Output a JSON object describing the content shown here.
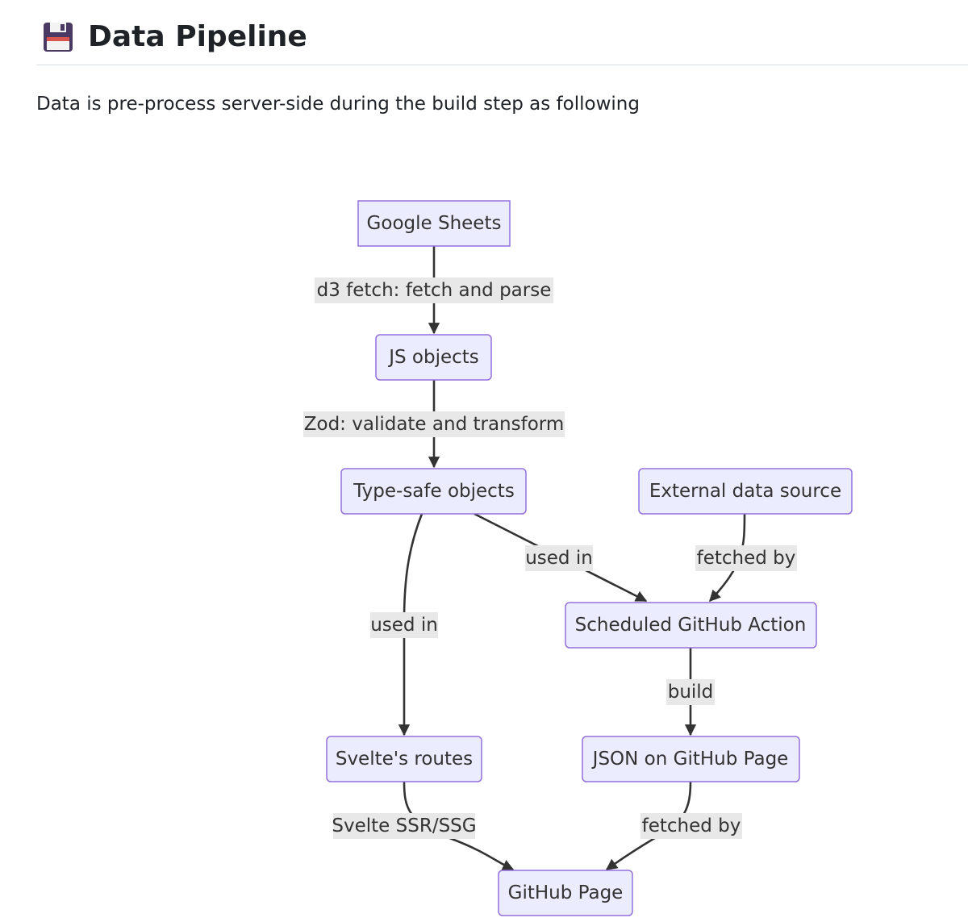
{
  "heading": {
    "icon": "floppy-disk-icon",
    "title": "Data Pipeline"
  },
  "intro": "Data is pre-process server-side during the build step as following",
  "colors": {
    "node_fill": "#ececff",
    "node_border": "#9370db",
    "edge": "#333333",
    "edge_label_bg": "#e8e8e8"
  },
  "diagram": {
    "nodes": {
      "google_sheets": "Google Sheets",
      "js_objects": "JS objects",
      "type_safe_objects": "Type-safe objects",
      "external_data_source": "External data source",
      "scheduled_github_action": "Scheduled GitHub Action",
      "sveltes_routes": "Svelte's routes",
      "json_on_github_page": "JSON on GitHub Page",
      "github_page": "GitHub Page"
    },
    "edges": {
      "sheets_to_js": "d3 fetch: fetch and parse",
      "js_to_typesafe": "Zod: validate and transform",
      "typesafe_to_action": "used in",
      "external_to_action": "fetched by",
      "typesafe_to_routes": "used in",
      "action_to_json": "build",
      "routes_to_page": "Svelte SSR/SSG",
      "json_to_page": "fetched by"
    }
  }
}
